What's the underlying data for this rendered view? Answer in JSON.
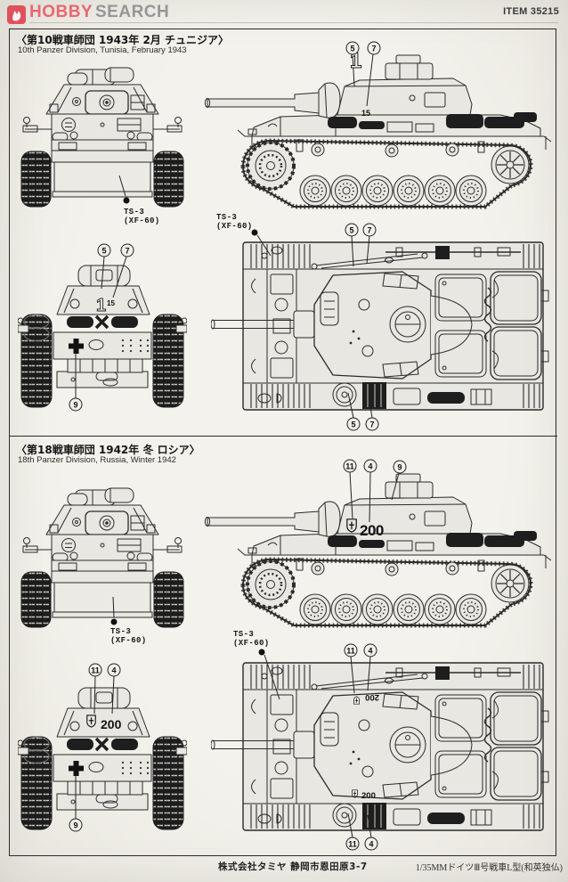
{
  "header": {
    "brand_hobby": "HOBBY",
    "brand_search": "SEARCH",
    "item": "ITEM 35215"
  },
  "s1": {
    "jp": "〈第10戦車師団 1943年 2月 チュニジア〉",
    "en": "10th Panzer Division, Tunisia, February 1943",
    "ts": "TS-3",
    "xf": "(XF-60)",
    "c5": "5",
    "c7": "7",
    "c9": "9",
    "mark_big": "1",
    "mark_small": "15"
  },
  "s2": {
    "jp": "〈第18戦車師団 1942年 冬 ロシア〉",
    "en": "18th Panzer Division, Russia, Winter 1942",
    "ts": "TS-3",
    "xf": "(XF-60)",
    "c11": "11",
    "c4": "4",
    "c9": "9",
    "mark": "200"
  },
  "footer": {
    "company": "株式会社タミヤ 静岡市恩田原3-7",
    "product": "1/35MMドイツⅢ号戦車L型(和英独仏)"
  },
  "colors": {
    "logo_red": "#e8545f",
    "paper": "#f1f0ea",
    "line": "#2b2b2b"
  }
}
